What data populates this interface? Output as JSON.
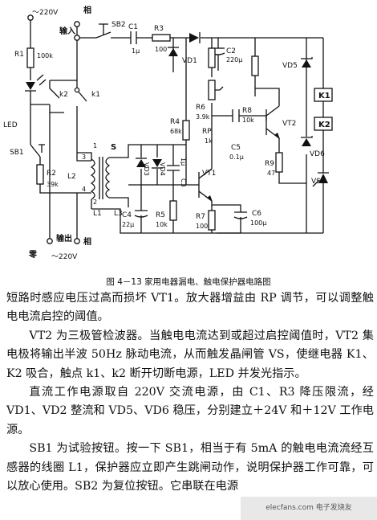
{
  "diagram": {
    "labels": {
      "input_voltage": "～220V",
      "phase": "相",
      "input": "输入",
      "sb2": "SB2",
      "c1": "C1",
      "c1_val": "1μ",
      "r3": "R3",
      "r3_val": "100",
      "vd1": "VD1",
      "c2": "C2",
      "c2_val": "220μ",
      "vd5": "VD5",
      "r1": "R1",
      "r1_val": "100k",
      "k2": "k2",
      "k1": "k1",
      "led": "LED",
      "sb1": "SB1",
      "r2": "R2",
      "r2_val": "39k",
      "l2": "L2",
      "l1": "L1",
      "l3": "L3",
      "s": "S",
      "n1": "1",
      "n2": "2",
      "n3": "3",
      "n4": "4",
      "vd3": "VD3",
      "vd4": "VD4",
      "c3": "C3",
      "c3_val": "1μ",
      "r4": "R4",
      "r4_val": "68k",
      "r6": "R6",
      "r6_val": "3.9k",
      "rp": "RP",
      "rp_val": "1k",
      "r8": "R8",
      "r8_val": "10k",
      "c5": "C5",
      "c5_val": "0.1μ",
      "vt1": "VT1",
      "vt2": "VT2",
      "r9": "R9",
      "r9_val": "47",
      "vd6": "VD6",
      "ks1": "K1",
      "ks2": "K2",
      "vs": "VS",
      "c4": "C4",
      "c4_val": "22μ",
      "r5": "R5",
      "r5_val": "10k",
      "r7": "R7",
      "r7_val": "100",
      "c6": "C6",
      "c6_val": "100μ",
      "neutral": "零",
      "output": "输出",
      "output_phase": "相",
      "output_voltage": "～220V"
    }
  },
  "caption": "图 4－13   家用电器漏电、触电保护器电路图",
  "paragraphs": [
    "短路时感应电压过高而损坏 VT1。放大器增益由 RP 调节，可以调整触电电流启控的阈值。",
    "VT2 为三极管检波器。当触电电流达到或超过启控阈值时，VT2 集电极将输出半波 50Hz 脉动电流，从而触发晶闸管 VS，使继电器 K1、K2 吸合，触点 k1、k2 断开切断电源，LED 并发光指示。",
    "直流工作电源取自 220V 交流电源，由 C1、R3 降压限流，经 VD1、VD2 整流和 VD5、VD6 稳压，分别建立＋24V 和＋12V 工作电源。",
    "SB1 为试验按钮。按一下 SB1，相当于有 5mA 的触电电流流经互感器的线圈 L1，保护器应立即产生跳闸动作，说明保护器工作可靠，可以放心使用。SB2 为复位按钮。它串联在电源"
  ],
  "watermark": "elecfans.com 电子发烧友"
}
